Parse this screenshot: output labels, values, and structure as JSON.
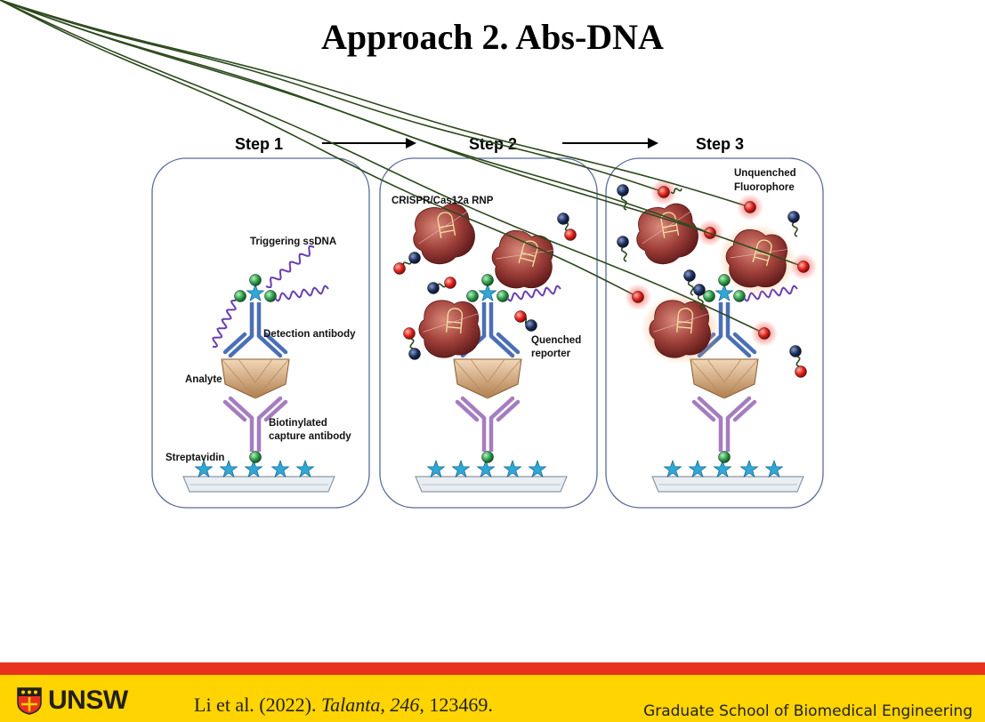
{
  "slide": {
    "title": "Approach 2. Abs-DNA"
  },
  "figure": {
    "steps": [
      "Step 1",
      "Step 2",
      "Step 3"
    ],
    "labels": {
      "triggering": "Triggering ssDNA",
      "detection": "Detection antibody",
      "analyte": "Analyte",
      "biotinylated": "Biotinylated",
      "capture": "capture antibody",
      "streptavidin": "Streptavidin",
      "crispr": "CRISPR/Cas12a RNP",
      "quenched": "Quenched",
      "reporter": "reporter",
      "unquenched": "Unquenched",
      "fluorophore": "Fluorophore"
    },
    "colors": {
      "panel_border": "#5a6a9a",
      "antibody_detection": "#4a6fb5",
      "antibody_capture": "#a57cc0",
      "analyte": "#c99a6b",
      "biotin": "#2e9e4a",
      "streptavidin": "#2fa8d8",
      "ssdna": "#6a3fb0",
      "rnp": "#8b2a2a",
      "quencher": "#1d2f5c",
      "fluorophore": "#e0201b"
    }
  },
  "footer": {
    "logo_text": "UNSW",
    "citation_prefix": "Li et al. (2022). ",
    "journal": "Talanta",
    "sep1": ", ",
    "volume": "246",
    "sep2": ", 123469.",
    "school": "Graduate School of Biomedical Engineering",
    "colors": {
      "bar": "#ffd400",
      "stripe": "#e8321e"
    }
  }
}
